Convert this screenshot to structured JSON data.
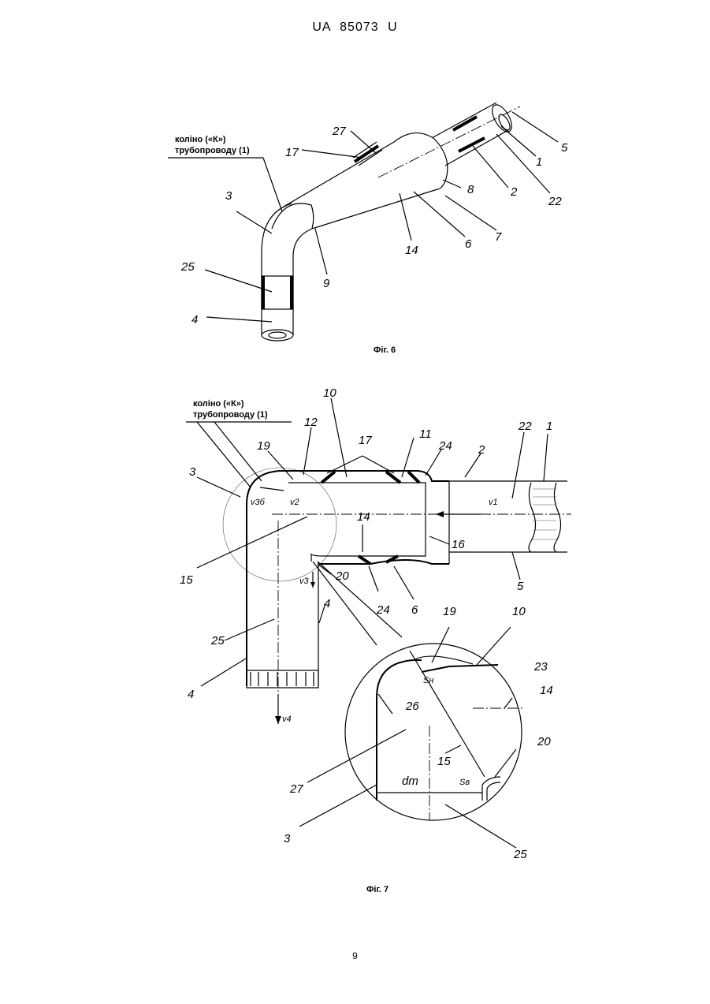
{
  "header": {
    "doc_id": "UA   85073   U"
  },
  "page_number": "9",
  "fig6": {
    "caption": "Фіг. 6",
    "note_line1": "коліно («К»)",
    "note_line2": "трубопроводу (1)",
    "labels": {
      "l27": "27",
      "l17": "17",
      "l3": "3",
      "l25": "25",
      "l4": "4",
      "l9": "9",
      "l14": "14",
      "l6": "6",
      "l7": "7",
      "l8": "8",
      "l2": "2",
      "l22": "22",
      "l1": "1",
      "l5": "5"
    }
  },
  "fig7": {
    "caption": "Фіг. 7",
    "note_line1": "коліно («К»)",
    "note_line2": "трубопроводу (1)",
    "labels": {
      "l10": "10",
      "l11": "11",
      "l12": "12",
      "l17": "17",
      "l19": "19",
      "l22": "22",
      "l1": "1",
      "l24a": "24",
      "l2": "2",
      "l3": "3",
      "v3b": "v3б",
      "v2": "v2",
      "v1": "v1",
      "l15": "15",
      "l14": "14",
      "l16": "16",
      "l20": "20",
      "v3": "v3",
      "l5": "5",
      "l24b": "24",
      "l6": "6",
      "l4a": "4",
      "l25": "25",
      "l4b": "4",
      "v4": "v4"
    },
    "detail": {
      "l19": "19",
      "l10": "10",
      "l23": "23",
      "l14": "14",
      "sh": "Sн",
      "l26": "26",
      "l20": "20",
      "l15": "15",
      "l27": "27",
      "dm": "dm",
      "sb": "Sв",
      "l3": "3",
      "l25": "25"
    }
  }
}
